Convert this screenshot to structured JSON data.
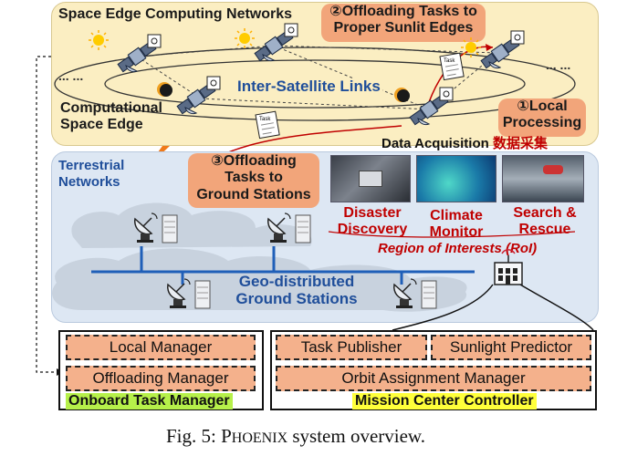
{
  "space": {
    "title": "Space Edge Computing Networks",
    "isl_label": "Inter-Satellite Links",
    "edge_label_line1": "Computational",
    "edge_label_line2": "Space Edge",
    "dots_left": "... ...",
    "dots_right": "... ..."
  },
  "steps": {
    "step2_line1": "②Offloading Tasks to",
    "step2_line2": "Proper Sunlit Edges",
    "step1_line1": "①Local",
    "step1_line2": "Processing",
    "step3_line1": "③Offloading",
    "step3_line2": "Tasks to",
    "step3_line3": "Ground Stations"
  },
  "task_label": "Task",
  "data_acquisition": {
    "en": "Data Acquisition",
    "cn": "数据采集"
  },
  "terrestrial": {
    "line1": "Terrestrial",
    "line2": "Networks"
  },
  "roi": {
    "items": [
      {
        "line1": "Disaster",
        "line2": "Discovery"
      },
      {
        "line1": "Climate",
        "line2": "Monitor"
      },
      {
        "line1": "Search &",
        "line2": "Rescue"
      }
    ],
    "region_label": "Region of Interests (RoI)"
  },
  "ground": {
    "line1": "Geo-distributed",
    "line2": "Ground Stations"
  },
  "onboard": {
    "local_manager": "Local Manager",
    "offloading_manager": "Offloading Manager",
    "title": "Onboard Task Manager"
  },
  "mission": {
    "task_publisher": "Task Publisher",
    "sunlight_predictor": "Sunlight Predictor",
    "orbit_assignment": "Orbit Assignment Manager",
    "title": "Mission Center Controller"
  },
  "caption": {
    "prefix": "Fig. 5: ",
    "name_cap": "P",
    "name_rest": "HOENIX",
    "suffix": " system overview."
  },
  "colors": {
    "space_bg": "#fbeec2",
    "terrestrial_bg": "#dde7f3",
    "orange_box": "#f2a57a",
    "highlight_green": "#b6f04a",
    "highlight_yellow": "#ffff3a",
    "title_blue": "#1f4e9a",
    "roi_red": "#c00000"
  },
  "icons": [
    "satellite-icon",
    "sun-icon",
    "eclipse-icon",
    "task-document-icon",
    "ground-antenna-icon",
    "server-icon",
    "mission-center-building-icon"
  ]
}
